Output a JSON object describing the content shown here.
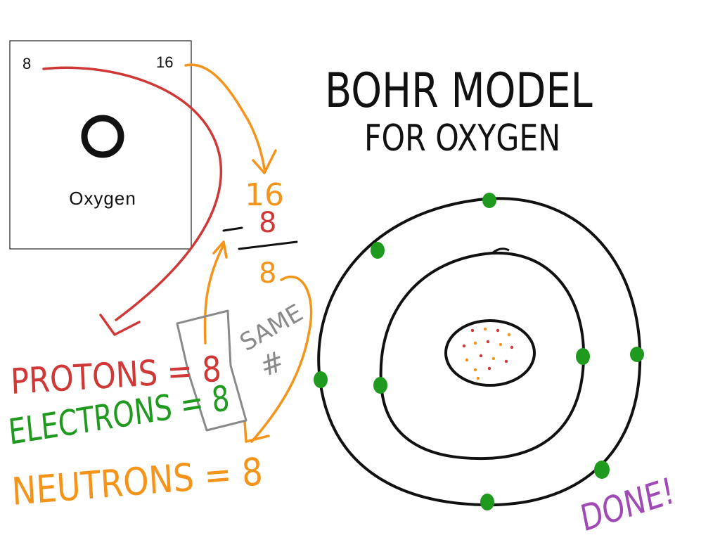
{
  "element_card": {
    "atomic_number": "8",
    "mass_number": "16",
    "symbol": "O",
    "name": "Oxygen"
  },
  "title": {
    "line1": "BOHR MODEL",
    "line2": "FOR OXYGEN"
  },
  "calculation": {
    "mass": "16",
    "minus": "8",
    "result": "8"
  },
  "labels": {
    "protons": "PROTONS = 8",
    "electrons": "ELECTRONS = 8",
    "neutrons": "NEUTRONS = 8",
    "same_line1": "SAME",
    "same_line2": "#",
    "done": "DONE!"
  },
  "model": {
    "inner_shell_electrons": 2,
    "outer_shell_electrons": 6
  },
  "colors": {
    "ink": "#111111",
    "red": "#d03838",
    "orange": "#f5941b",
    "green": "#1f9a1f",
    "gray": "#8a8a8a",
    "purple": "#a04bb5"
  }
}
